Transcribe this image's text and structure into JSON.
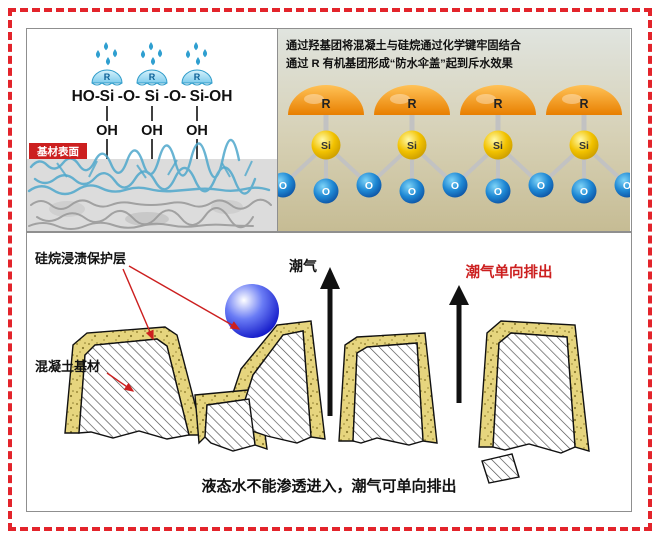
{
  "top_left": {
    "formula_parts": [
      "HO-",
      "Si",
      "-O-",
      "Si",
      "-O-",
      "Si",
      "-OH"
    ],
    "r_label": "R",
    "oh_label": "OH",
    "surface_label": "基材表面"
  },
  "top_right": {
    "line1": "通过羟基团将混凝土与硅烷通过化学键牢固结合",
    "line2": "通过 R 有机基团形成“防水伞盖”起到斥水效果",
    "r_label": "R",
    "si_label": "Si",
    "o_label": "O"
  },
  "bottom": {
    "label_coating": "硅烷浸渍保护层",
    "label_substrate": "混凝土基材",
    "label_moisture": "潮气",
    "label_oneway": "潮气单向排出",
    "caption": "液态水不能渗透进入，潮气可单向排出"
  },
  "colors": {
    "accent_red": "#cc1f1f",
    "frame_red": "#e3242b",
    "dome_orange": "#f08c00",
    "si_yellow": "#f2c200",
    "o_blue": "#1976d2",
    "umbrella_blue": "#9fdcf2",
    "coating_tan": "#e6d57e",
    "water_ball_blue": "#1018c8"
  }
}
